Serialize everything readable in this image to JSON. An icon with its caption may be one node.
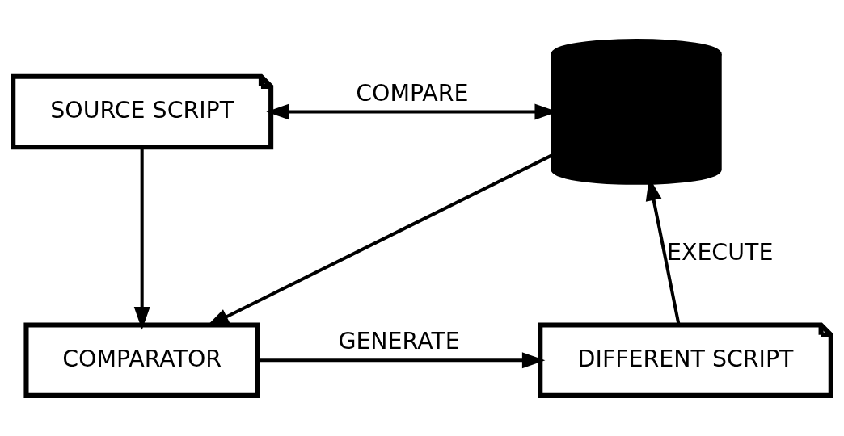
{
  "diagram": {
    "nodes": [
      {
        "text": [
          "SOURCE SCRIPT"
        ]
      },
      {
        "text": [],
        "shape": "cylinder"
      },
      {
        "text": [
          "COMPARATOR"
        ]
      },
      {
        "text": [
          "DIFFERENT SCRIPT"
        ]
      }
    ],
    "edges": [
      {
        "from": 0,
        "to": 1,
        "arrow": "both",
        "label": "COMPARE"
      },
      {
        "from": 0,
        "to": 2,
        "arrow": "to"
      },
      {
        "from": 1,
        "to": 2,
        "arrow": "to"
      },
      {
        "from": 2,
        "to": 3,
        "arrow": "to",
        "label": "GENERATE"
      },
      {
        "from": 3,
        "to": 1,
        "arrow": "to",
        "label": "EXECUTE"
      }
    ]
  }
}
